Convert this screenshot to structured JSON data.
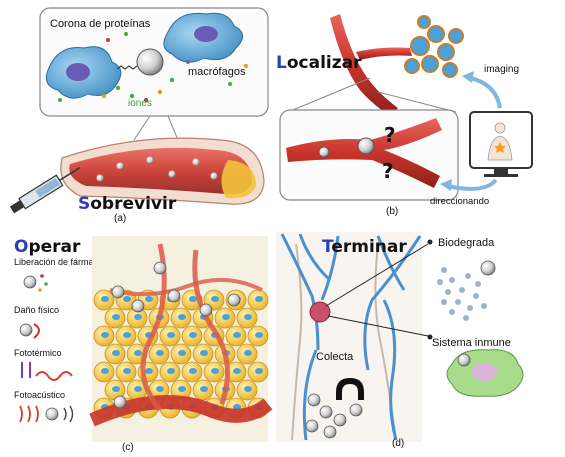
{
  "panels": {
    "a": {
      "title_initial": "S",
      "title_rest": "obrevivir",
      "tag": "(a)",
      "labels": {
        "corona": "Corona de proteínas",
        "macrophages": "macrófagos",
        "ions": "iones"
      }
    },
    "b": {
      "title_initial": "L",
      "title_rest": "ocalizar",
      "tag": "(b)",
      "labels": {
        "imaging": "imaging",
        "directing": "direccionando",
        "question": "?"
      }
    },
    "c": {
      "title_initial": "O",
      "title_rest": "perar",
      "tag": "(c)",
      "labels": {
        "drug_release": "Liberación de fármaco",
        "physical_damage": "Daño físico",
        "photothermal": "Fototérmico",
        "photoacoustic": "Fotoacústico"
      }
    },
    "d": {
      "title_initial": "T",
      "title_rest": "erminar",
      "tag": "(d)",
      "labels": {
        "biodegrades": "Biodegrada",
        "collects": "Colecta",
        "immune_system": "Sistema inmune"
      }
    }
  },
  "colors": {
    "title_initial": "#2a3fb8",
    "title_rest": "#111111",
    "vessel": "#c8342c",
    "vessel_light": "#e8665c",
    "ion_green": "#4aa84a",
    "tumor_yellow": "#f2c33c",
    "macrophage_blue": "#5aa8d8",
    "arrow_blue": "#7fb7e0"
  }
}
